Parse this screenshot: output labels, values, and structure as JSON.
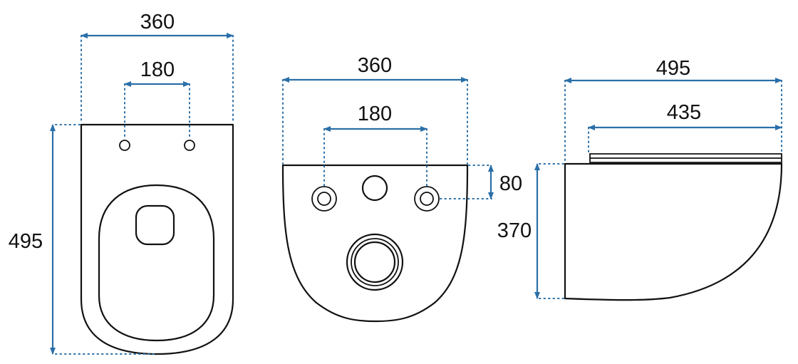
{
  "colors": {
    "dimension": "#2a6fa8",
    "outline": "#111111",
    "background": "#ffffff"
  },
  "top_view": {
    "overall_width": "360",
    "bolt_spacing": "180",
    "overall_length": "495"
  },
  "rear_view": {
    "overall_width": "360",
    "bolt_spacing": "180",
    "bolt_height": "80"
  },
  "side_view": {
    "overall_length": "495",
    "seat_length": "435",
    "height": "370"
  }
}
